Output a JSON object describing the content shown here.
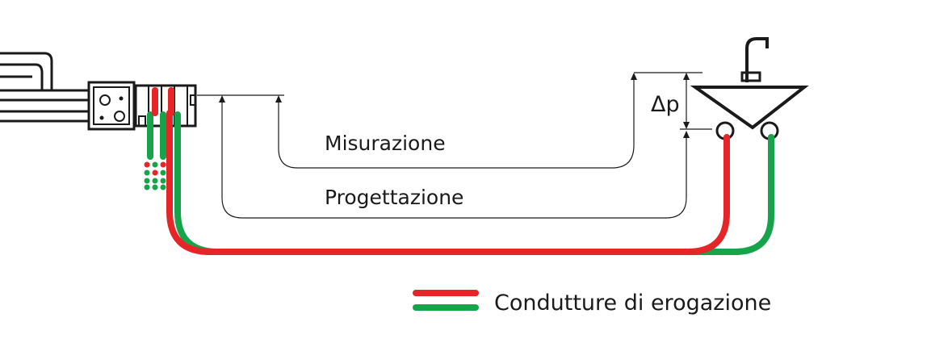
{
  "labels": {
    "misurazione": "Misurazione",
    "progettazione": "Progettazione",
    "delta_p": "Δp"
  },
  "legend": {
    "label": "Condutture di erogazione"
  },
  "colors": {
    "line": "#1a1a1a",
    "hot_pipe": "#e52528",
    "cold_pipe": "#17a34a",
    "background": "#ffffff"
  }
}
